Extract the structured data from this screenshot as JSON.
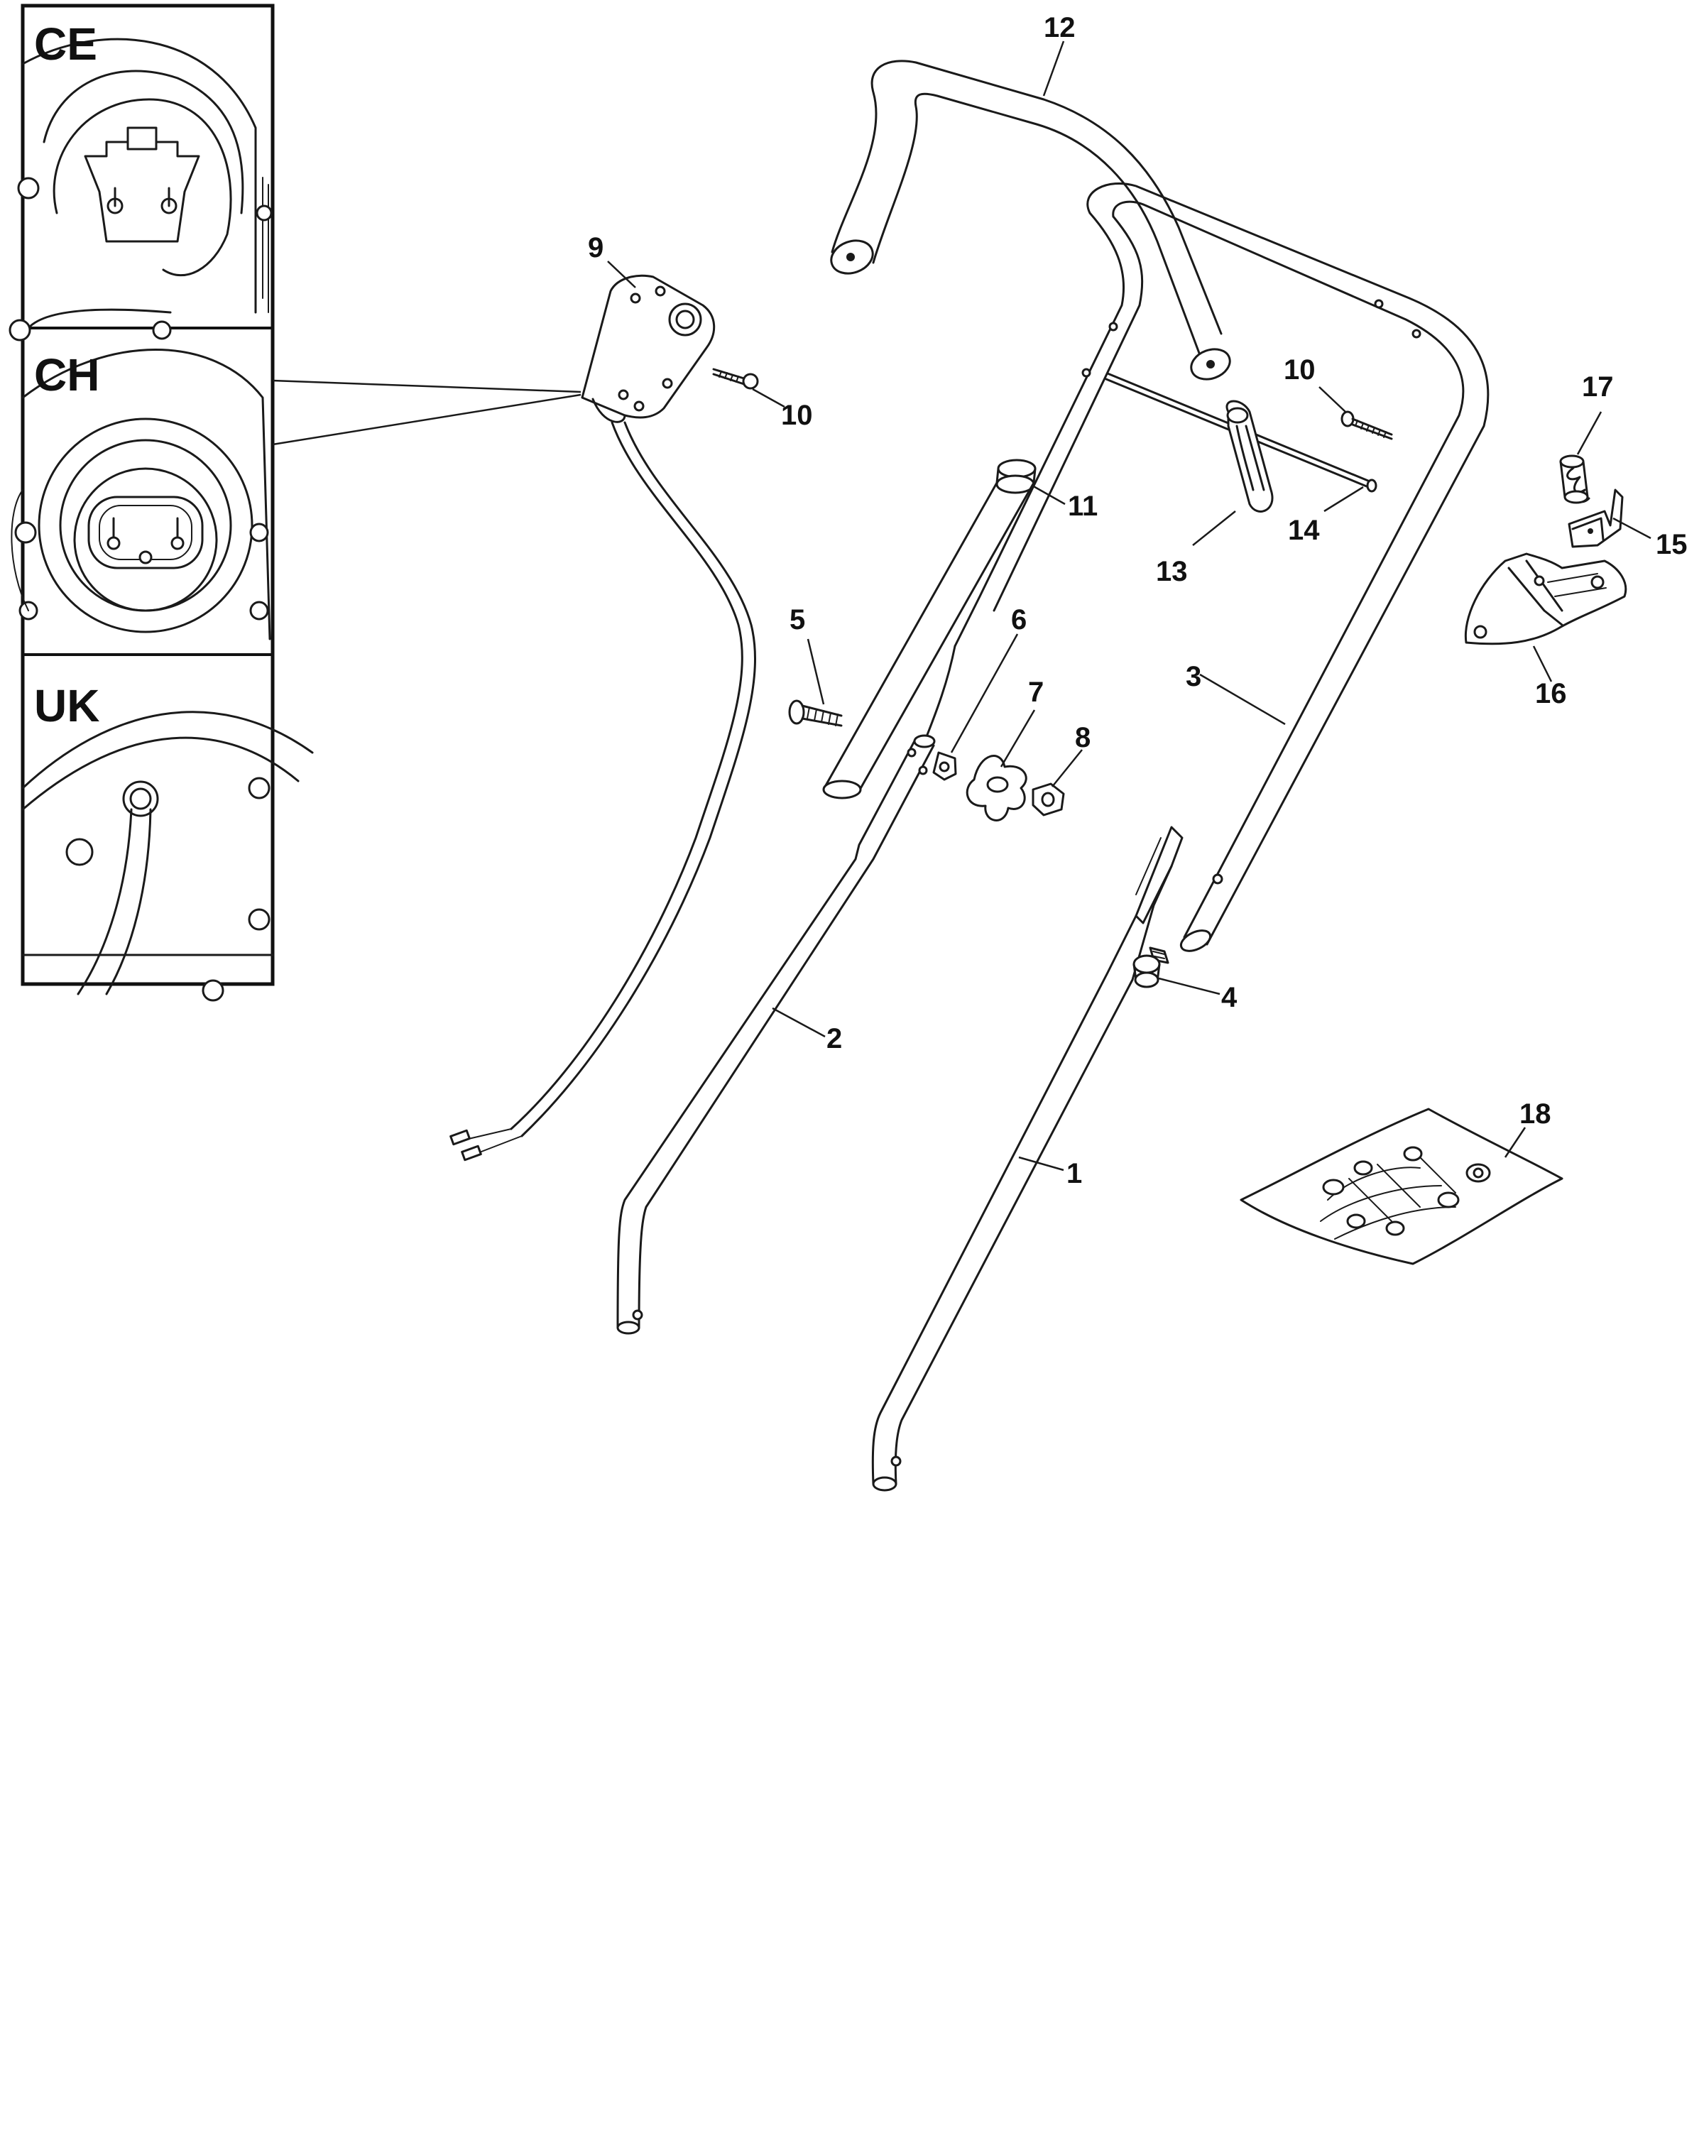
{
  "inset_panels": [
    {
      "id": "ce",
      "label": "CE"
    },
    {
      "id": "ch",
      "label": "CH"
    },
    {
      "id": "uk",
      "label": "UK"
    }
  ],
  "callouts": [
    {
      "id": "c1",
      "number": "1"
    },
    {
      "id": "c2",
      "number": "2"
    },
    {
      "id": "c3",
      "number": "3"
    },
    {
      "id": "c4",
      "number": "4"
    },
    {
      "id": "c5",
      "number": "5"
    },
    {
      "id": "c6",
      "number": "6"
    },
    {
      "id": "c7",
      "number": "7"
    },
    {
      "id": "c8",
      "number": "8"
    },
    {
      "id": "c9",
      "number": "9"
    },
    {
      "id": "c10a",
      "number": "10"
    },
    {
      "id": "c10b",
      "number": "10"
    },
    {
      "id": "c11",
      "number": "11"
    },
    {
      "id": "c12",
      "number": "12"
    },
    {
      "id": "c13",
      "number": "13"
    },
    {
      "id": "c14",
      "number": "14"
    },
    {
      "id": "c15",
      "number": "15"
    },
    {
      "id": "c16",
      "number": "16"
    },
    {
      "id": "c17",
      "number": "17"
    },
    {
      "id": "c18",
      "number": "18"
    }
  ]
}
